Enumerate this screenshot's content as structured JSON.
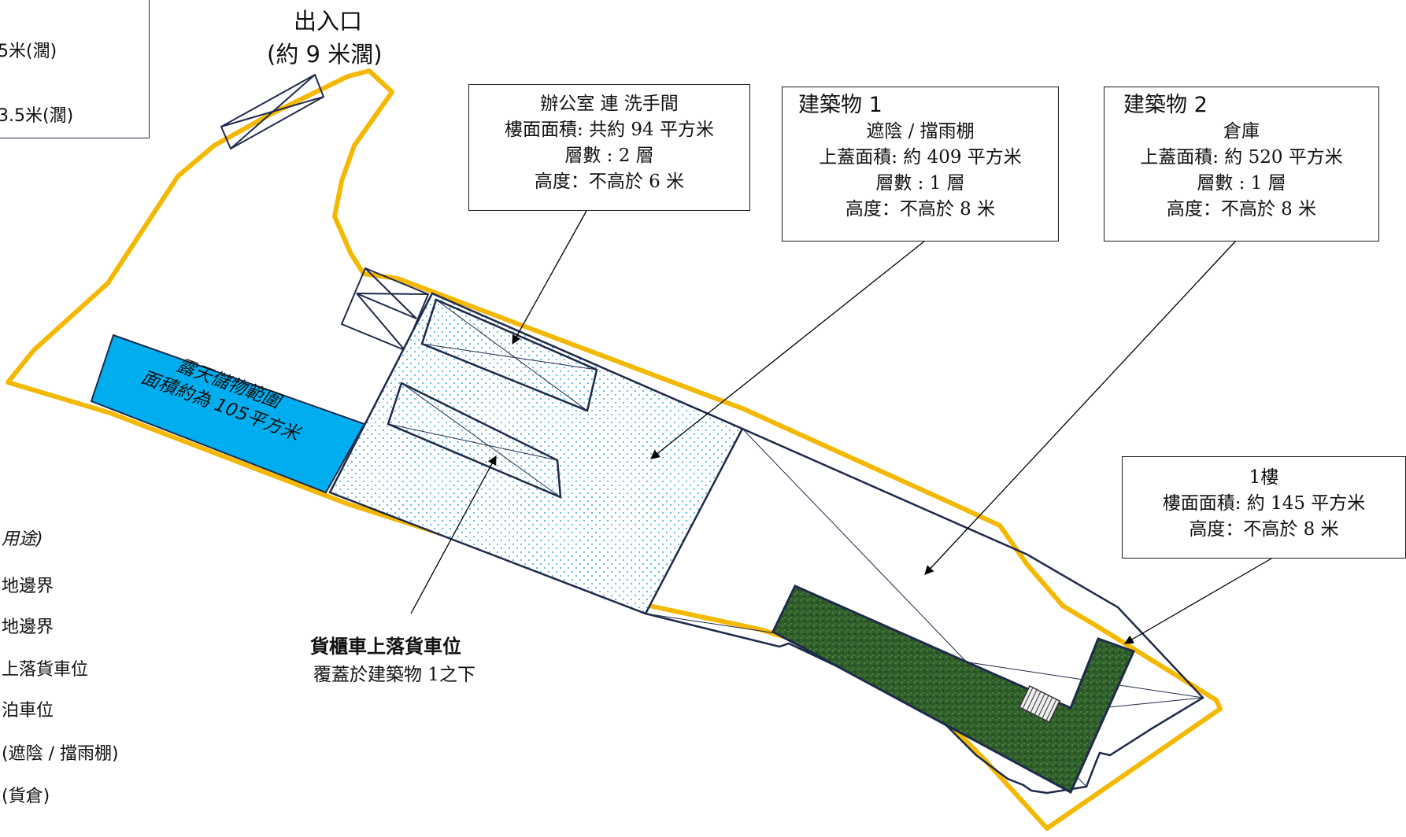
{
  "entrance": {
    "line1": "出入口",
    "line2": "(約 9 米濶)"
  },
  "topleft_box": {
    "line1": "5米(濶)",
    "line2": "3.5米(濶)"
  },
  "office_box": {
    "line1": "辦公室 連 洗手間",
    "line2": "樓面面積: 共約 94 平方米",
    "line3": "層數 : 2 層",
    "line4": "高度：不高於 6 米"
  },
  "building1_box": {
    "title": "建築物 1",
    "line1": "遮陰 / 擋雨棚",
    "line2": "上蓋面積: 約 409 平方米",
    "line3": "層數 : 1 層",
    "line4": "高度：不高於 8 米"
  },
  "building2_box": {
    "title": "建築物 2",
    "line1": "倉庫",
    "line2": "上蓋面積: 約 520 平方米",
    "line3": "層數 : 1 層",
    "line4": "高度：不高於 8 米"
  },
  "floor1_box": {
    "line1": "1樓",
    "line2": "樓面面積: 約 145 平方米",
    "line3": "高度：不高於 8 米"
  },
  "storage_area": {
    "line1": "露天儲物範圍",
    "line2": "面積約為 105平方米"
  },
  "loading_label": {
    "title": "貨櫃車上落貨車位",
    "subtitle": "覆蓋於建築物 1之下"
  },
  "legend": {
    "heading": "用途)",
    "items": [
      "地邊界",
      "地邊界",
      "上落貨車位",
      "泊車位",
      "(遮陰 / 擋雨棚)",
      "(貨倉)"
    ]
  },
  "colors": {
    "site_boundary": "#F5B800",
    "outline": "#1F2A4A",
    "storage_fill": "#00AEEF",
    "dot_fill": "#3BA7E0",
    "warehouse_fill": "#2F5E2A"
  }
}
